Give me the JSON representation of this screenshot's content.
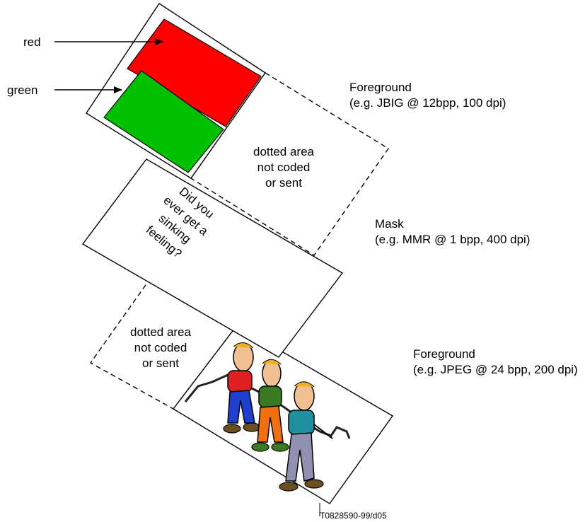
{
  "labels": {
    "red": "red",
    "green": "green"
  },
  "layers": [
    {
      "title": "Foreground",
      "detail": "(e.g. JBIG @ 12bpp, 100 dpi)"
    },
    {
      "title": "Mask",
      "detail": "(e.g. MMR @ 1 bpp, 400 dpi)"
    },
    {
      "title": "Foreground",
      "detail": "(e.g. JPEG @ 24 bpp, 200 dpi)"
    }
  ],
  "top_page_note": [
    "dotted area",
    "not coded",
    "or sent"
  ],
  "mask_text": [
    "Did you",
    "ever get a",
    "sinking",
    "feeling?"
  ],
  "bottom_page_note": [
    "dotted area",
    "not coded",
    "or sent"
  ],
  "figure_id": "T0828590-99/d05",
  "colors": {
    "red_block": "#ff0000",
    "green_block": "#00c000",
    "shirt_red": "#e02020",
    "shirt_green": "#3a7a20",
    "shirt_teal": "#1f8fa0",
    "pants_blue": "#1f3fd0",
    "pants_orange": "#f07010",
    "pants_grey": "#9090b0",
    "skin": "#f0c090",
    "hair": "#f0b020",
    "boot": "#6a5020"
  },
  "icons": [
    "arrow-right-icon",
    "cartoon-people-illustration"
  ]
}
